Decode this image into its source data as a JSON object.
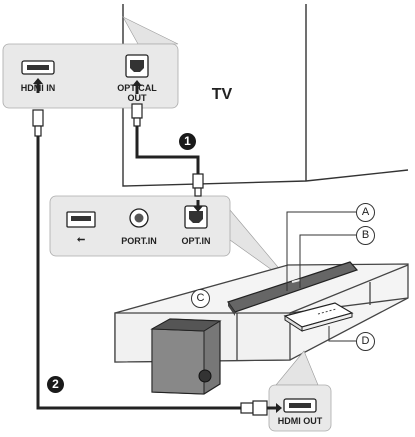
{
  "tv": {
    "label": "TV"
  },
  "tv_panel": {
    "hdmi_label": "HDMI IN",
    "optical_label": "OPTICAL\nOUT"
  },
  "soundbar_panel": {
    "usb_label": "⭠",
    "port_in_label": "PORT.IN",
    "opt_in_label": "OPT.IN"
  },
  "subwoofer": {
    "hdmi_out_label": "HDMI OUT"
  },
  "steps": {
    "step1": "1",
    "step2": "2"
  },
  "callouts": {
    "a": "A",
    "b": "B",
    "c": "C",
    "d": "D"
  },
  "colors": {
    "line": "#222222",
    "panel": "#e9e9e9",
    "furniture": "#f4f4f4",
    "dark": "#555555"
  }
}
